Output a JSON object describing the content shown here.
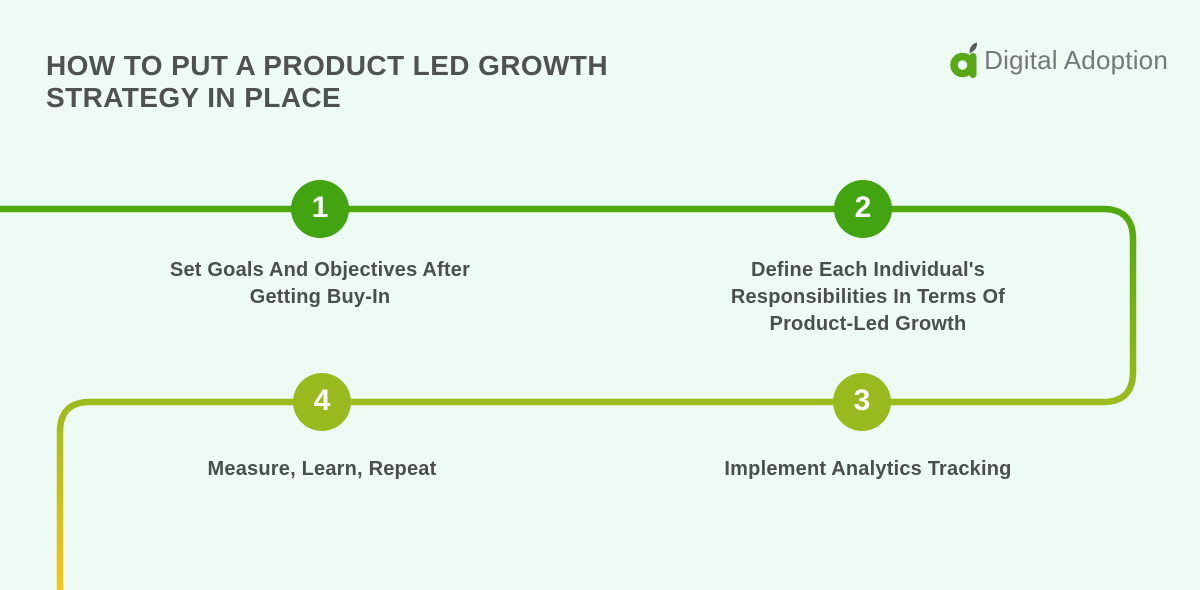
{
  "header": {
    "title_line1": "HOW TO PUT A PRODUCT LED GROWTH",
    "title_line2": "STRATEGY IN PLACE"
  },
  "logo": {
    "wordmark": "Digital Adoption"
  },
  "steps": [
    {
      "number": "1",
      "label": "Set Goals And Objectives After Getting Buy-In"
    },
    {
      "number": "2",
      "label": "Define Each Individual's Responsibilities In Terms Of Product-Led Growth"
    },
    {
      "number": "3",
      "label": "Implement Analytics Tracking"
    },
    {
      "number": "4",
      "label": "Measure, Learn, Repeat"
    }
  ],
  "colors": {
    "background": "#eefbf4",
    "title_text": "#4e5350",
    "step_text": "#4a4f4d",
    "number_text": "#ffffff",
    "line_green": "#4fa80d",
    "line_yellow_green": "#9cbb1c",
    "line_yellow": "#f6c51f",
    "circle_green": "#42a411",
    "circle_yellow_green": "#98ba1e",
    "logo_mark_green": "#58a716",
    "logo_leaf_gray": "#595c5e",
    "logo_text_gray": "#75787b"
  }
}
